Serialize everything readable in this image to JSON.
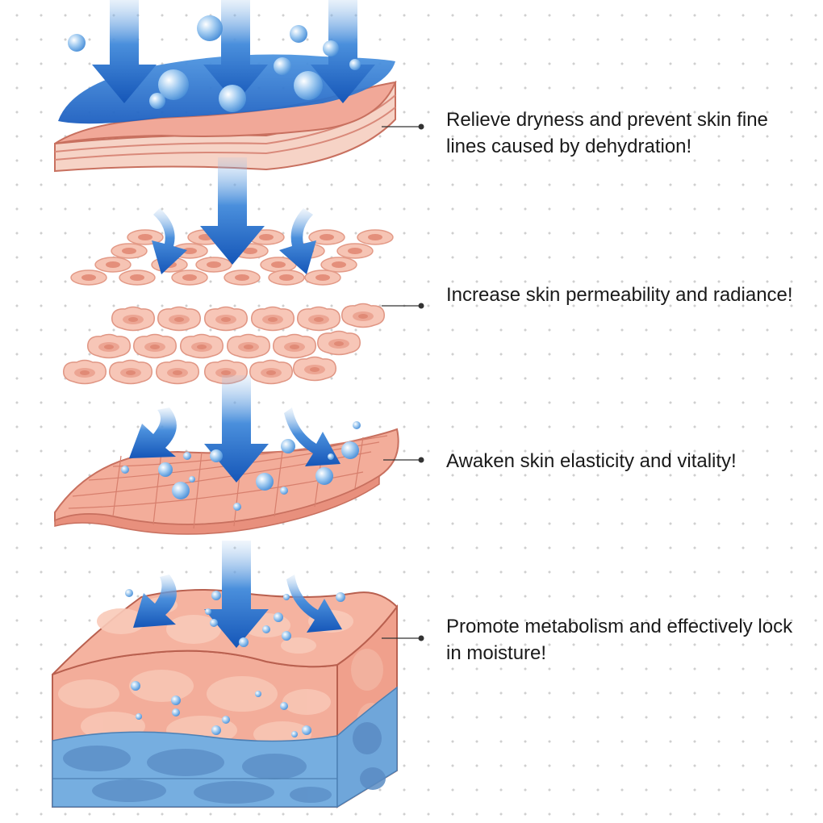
{
  "captions": [
    "Relieve dryness and prevent skin fine lines caused by dehydration!",
    "Increase skin permeability and radiance!",
    "Awaken skin elasticity and vitality!",
    "Promote metabolism and effectively lock in moisture!"
  ],
  "colors": {
    "arrow_blue": "#1a66c8",
    "water_blue": "#3f86d6",
    "skin_pink": "#f3ad9a",
    "skin_light": "#f8cfbf",
    "skin_outline": "#c8705f",
    "dermis_blue": "#76aee0",
    "connector": "#333333"
  }
}
